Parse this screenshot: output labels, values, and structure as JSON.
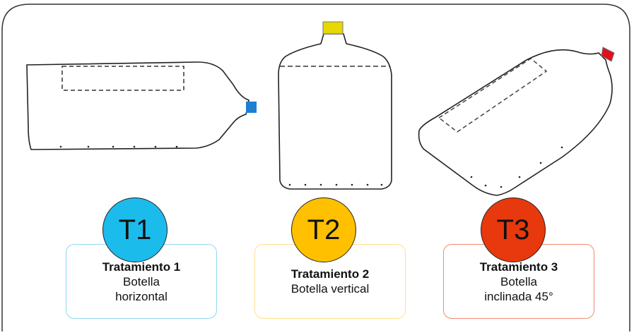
{
  "treatments": [
    {
      "badge": "T1",
      "title": "Tratamiento 1",
      "line1": "Botella",
      "line2": "horizontal",
      "color": "#1bbcec",
      "border": "#8fd9f2",
      "cap": "#1e7fd2"
    },
    {
      "badge": "T2",
      "title": "Tratamiento 2",
      "line1": "Botella vertical",
      "line2": "",
      "color": "#ffc000",
      "border": "#ffe08a",
      "cap": "#e6d800"
    },
    {
      "badge": "T3",
      "title": "Tratamiento 3",
      "line1": "Botella",
      "line2": "inclinada 45°",
      "color": "#e8380d",
      "border": "#f08a6e",
      "cap": "#e0101e"
    }
  ]
}
